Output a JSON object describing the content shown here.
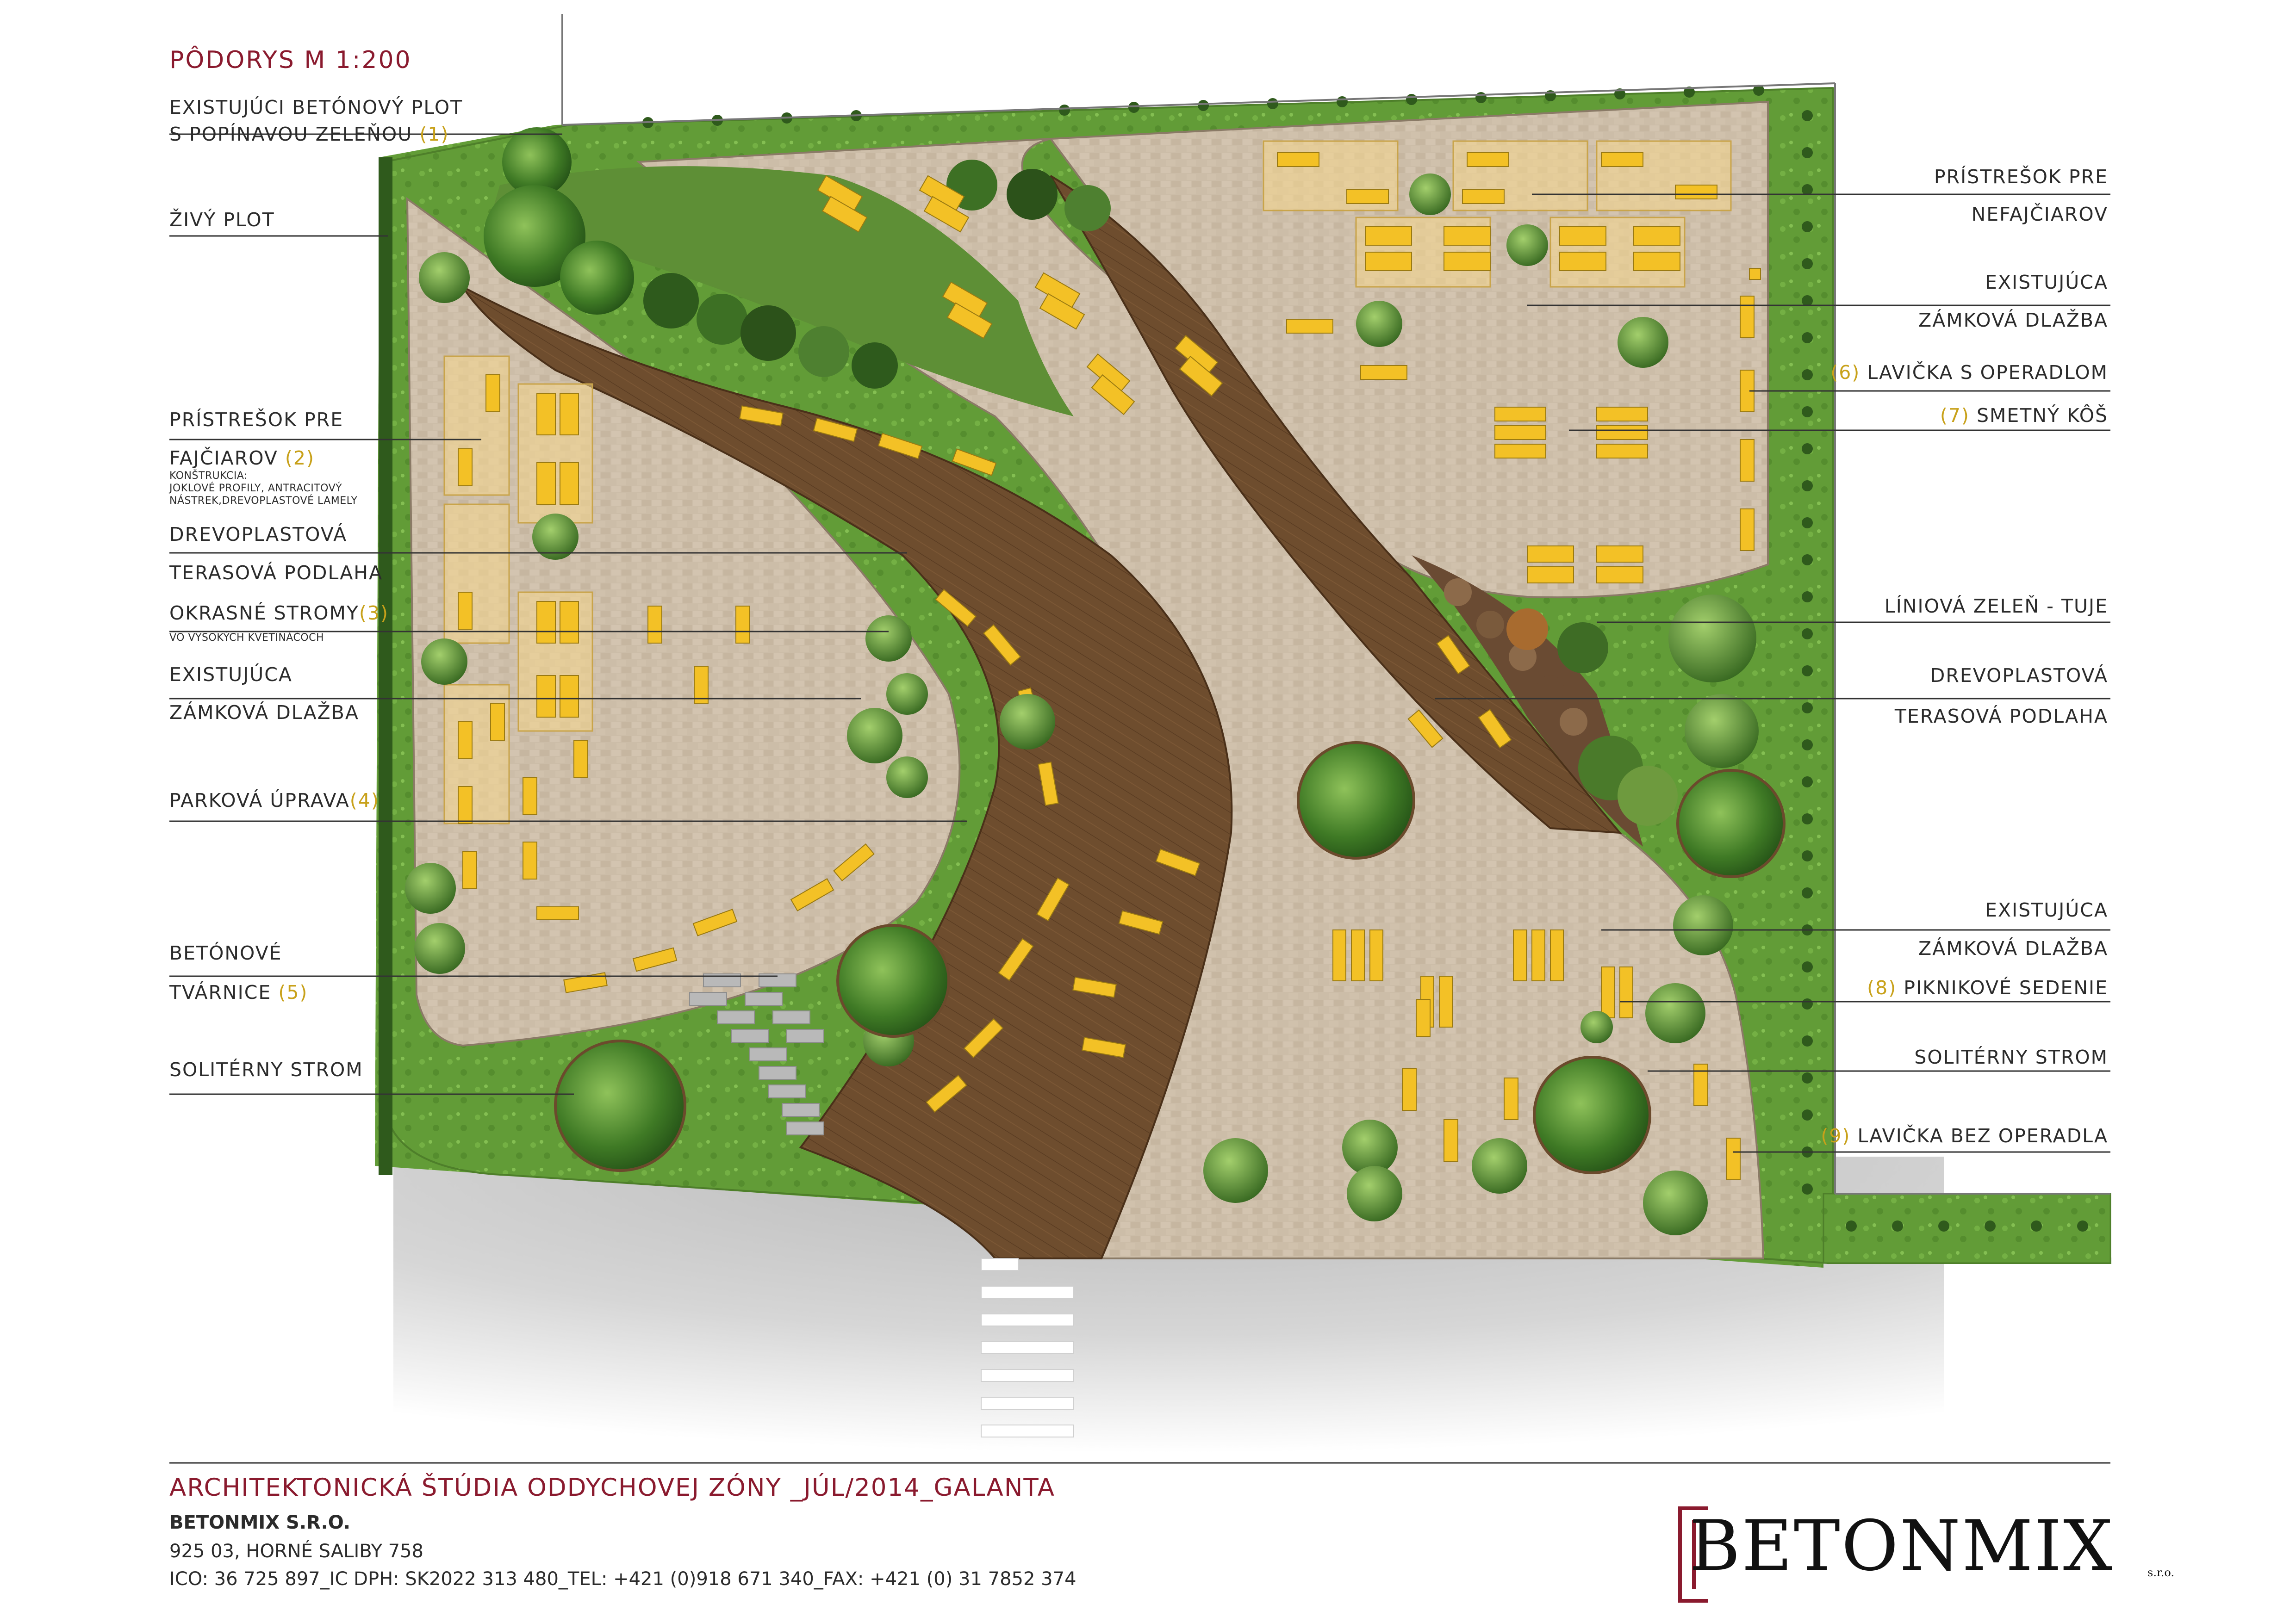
{
  "title": "PÔDORYS   M 1:200",
  "labels_left": [
    {
      "id": "plot1",
      "text": "EXISTUJÚCI BETÓNOVÝ PLOT"
    },
    {
      "id": "plot2",
      "text": "S POPÍNAVOU ZELEŇOU",
      "num": "(1)"
    },
    {
      "id": "zivy",
      "text": "ŽIVÝ PLOT"
    },
    {
      "id": "pris1",
      "text": "PRÍSTREŠOK PRE"
    },
    {
      "id": "pris2",
      "text": "FAJČIAROV",
      "num": "(2)"
    },
    {
      "id": "konstr1",
      "text": "KONŠTRUKCIA:"
    },
    {
      "id": "konstr2",
      "text": "JOKLOVÉ PROFILY, ANTRACITOVÝ"
    },
    {
      "id": "konstr3",
      "text": "NÁSTREK,DREVOPLASTOVÉ LAMELY"
    },
    {
      "id": "drevo1",
      "text": "DREVOPLASTOVÁ"
    },
    {
      "id": "drevo2",
      "text": "TERASOVÁ PODLAHA"
    },
    {
      "id": "okras1",
      "text": "OKRASNÉ STROMY",
      "num": "(3)"
    },
    {
      "id": "okras2",
      "text": "VO VYSOKÝCH KVETINÁČOCH"
    },
    {
      "id": "exist1",
      "text": "EXISTUJÚCA"
    },
    {
      "id": "exist2",
      "text": "ZÁMKOVÁ DLAŽBA"
    },
    {
      "id": "park",
      "text": "PARKOVÁ ÚPRAVA",
      "num": "(4)"
    },
    {
      "id": "bet1",
      "text": "BETÓNOVÉ"
    },
    {
      "id": "bet2",
      "text": "TVÁRNICE ",
      "num": "(5)"
    },
    {
      "id": "soli",
      "text": "SOLITÉRNY STROM"
    }
  ],
  "labels_right": [
    {
      "id": "r_pris1",
      "text": "PRÍSTREŠOK PRE"
    },
    {
      "id": "r_pris2",
      "text": "NEFAJČIAROV"
    },
    {
      "id": "r_ex1",
      "text": "EXISTUJÚCA"
    },
    {
      "id": "r_ex2",
      "text": "ZÁMKOVÁ DLAŽBA"
    },
    {
      "id": "r_lav",
      "text": "LAVIČKA S OPERADLOM",
      "num": "(6)"
    },
    {
      "id": "r_kos",
      "text": "SMETNÝ KÔŠ",
      "num": "(7)"
    },
    {
      "id": "r_lin",
      "text": "LÍNIOVÁ ZELEŇ - TUJE"
    },
    {
      "id": "r_dr1",
      "text": "DREVOPLASTOVÁ"
    },
    {
      "id": "r_dr2",
      "text": "TERASOVÁ PODLAHA"
    },
    {
      "id": "r_ex3",
      "text": "EXISTUJÚCA"
    },
    {
      "id": "r_ex4",
      "text": "ZÁMKOVÁ DLAŽBA"
    },
    {
      "id": "r_pik",
      "text": "PIKNIKOVÉ SEDENIE",
      "num": "(8)"
    },
    {
      "id": "r_sol",
      "text": "SOLITÉRNY STROM"
    },
    {
      "id": "r_lbo",
      "text": "LAVIČKA BEZ OPERADLA",
      "num": "(9)"
    }
  ],
  "footer": {
    "title": "ARCHITEKTONICKÁ ŠTÚDIA ODDYCHOVEJ ZÓNY _JÚL/2014_GALANTA",
    "company": "BETONMIX S.R.O.",
    "address": "925 03, HORNÉ SALIBY 758",
    "ids": "ICO: 36 725 897_IC DPH: SK2022 313 480_TEL: +421 (0)918 671 340_FAX: +421 (0) 31 7852 374"
  },
  "logo": {
    "text": "BETONMIX",
    "sro": "s.r.o."
  },
  "colors": {
    "accent": "#8a1a2e",
    "number": "#c8a11a",
    "grass": "#5f9a35",
    "paving": "#c9b9a4",
    "deck": "#6b4a2c",
    "bench": "#f2c12e",
    "road": "#c8c8c8"
  },
  "icons": [
    "tree-icon",
    "bench-icon",
    "shelter-icon",
    "bin-icon",
    "stepping-stone-icon",
    "crosswalk-icon"
  ]
}
